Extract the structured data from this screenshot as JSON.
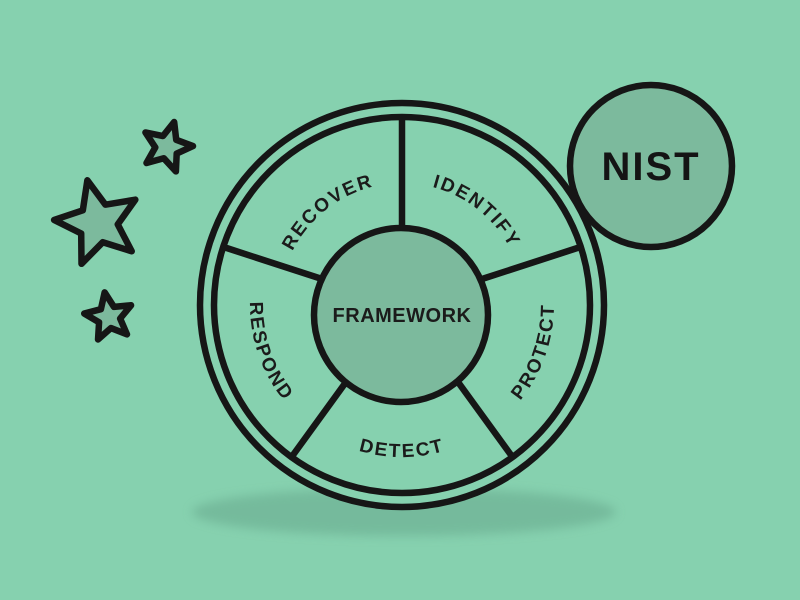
{
  "diagram": {
    "name": "NIST Cybersecurity Framework wheel",
    "center_label": "FRAMEWORK",
    "segments": [
      {
        "id": "recover",
        "label": "RECOVER"
      },
      {
        "id": "identify",
        "label": "IDENTIFY"
      },
      {
        "id": "protect",
        "label": "PROTECT"
      },
      {
        "id": "detect",
        "label": "DETECT"
      },
      {
        "id": "respond",
        "label": "RESPOND"
      }
    ]
  },
  "badge": {
    "label": "NIST"
  },
  "decorations": {
    "star_count": 3
  },
  "colors": {
    "background": "#86d1af",
    "shape_fill": "#7cba9d",
    "outline": "#161616",
    "text": "#1b1b1b",
    "shadow": "#68a98d"
  }
}
